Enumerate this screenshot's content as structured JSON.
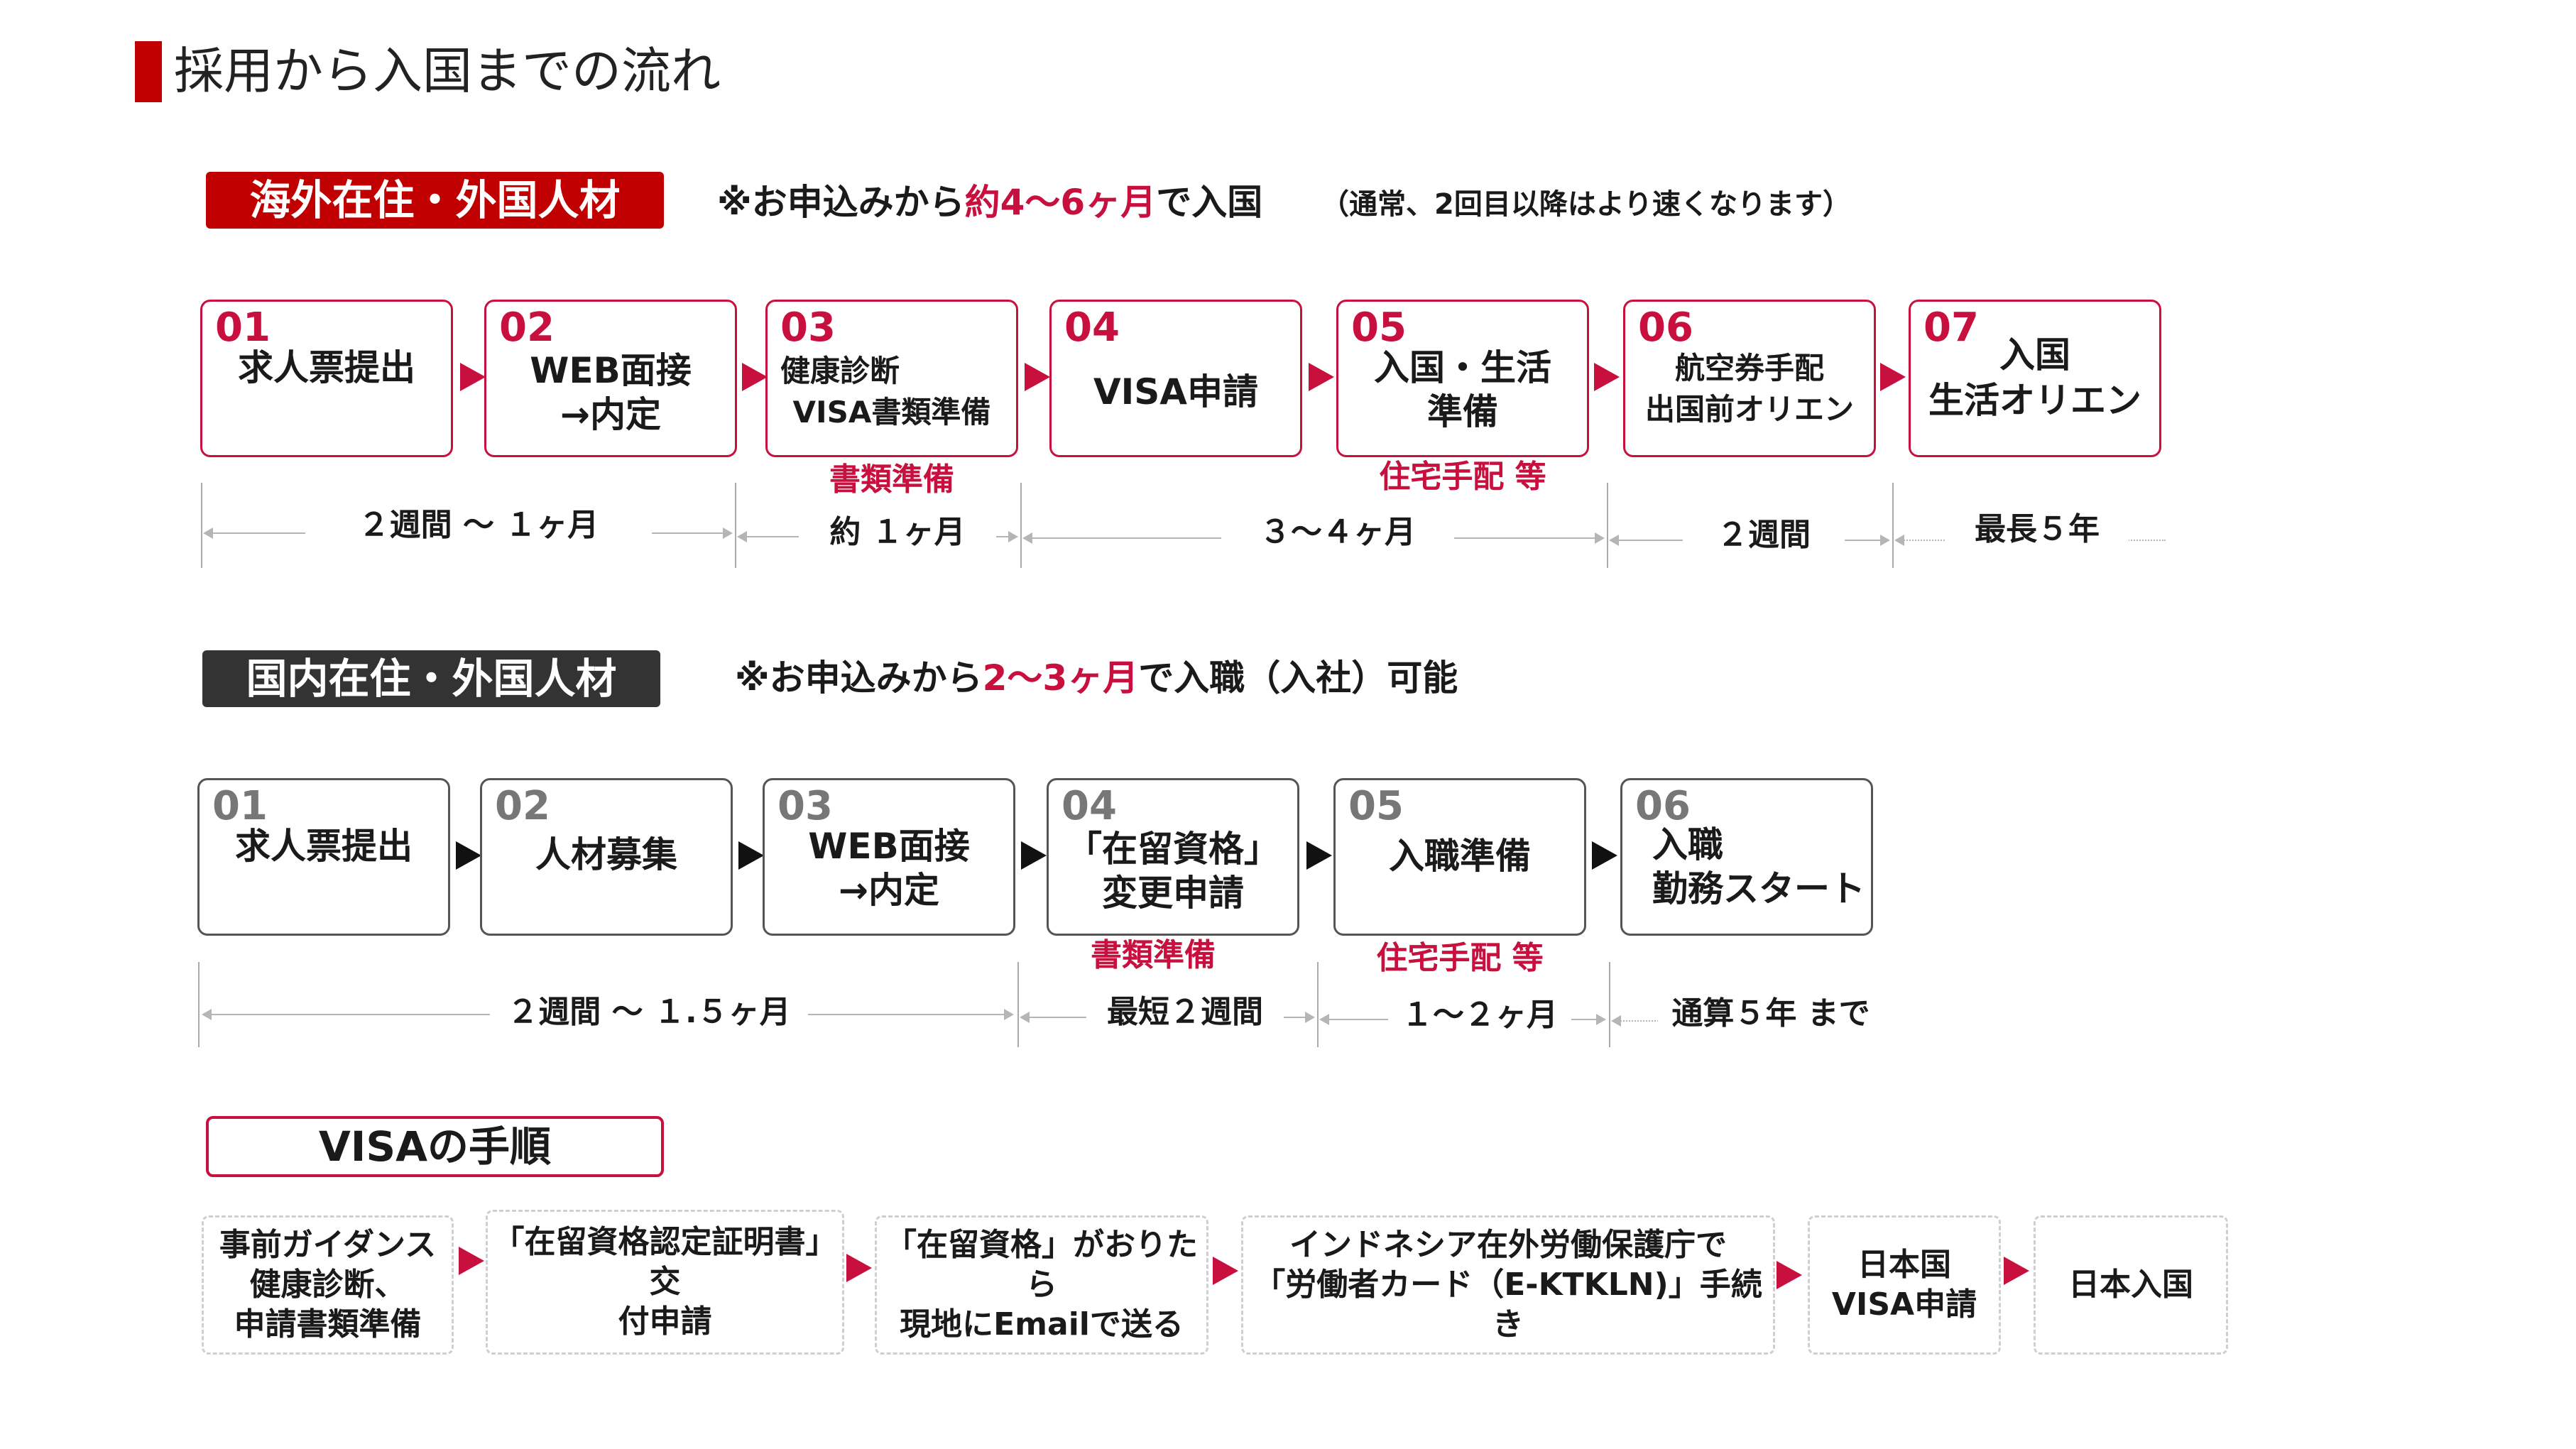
{
  "page": {
    "title": "採用から入国までの流れ"
  },
  "overseas": {
    "label": "海外在住・外国人材",
    "note_pre": "※お申込みから",
    "note_hl": "約4〜6ヶ月",
    "note_post": "で入国",
    "note2": "（通常、2回目以降はより速くなります）",
    "steps": [
      {
        "num": "01",
        "line1": "求人票提出",
        "line2": ""
      },
      {
        "num": "02",
        "line1": "WEB面接",
        "line2": "→内定"
      },
      {
        "num": "03",
        "line1": "健康診断",
        "line2": "VISA書類準備"
      },
      {
        "num": "04",
        "line1": "VISA申請",
        "line2": ""
      },
      {
        "num": "05",
        "line1": "入国・生活",
        "line2": "準備"
      },
      {
        "num": "06",
        "line1": "航空券手配",
        "line2": "出国前オリエン"
      },
      {
        "num": "07",
        "line1": "入国",
        "line2": "生活オリエン"
      }
    ],
    "sub_labels": {
      "s03": "書類準備",
      "s05": "住宅手配 等"
    },
    "durations": [
      "２週間 〜 １ヶ月",
      "約 １ヶ月",
      "３〜４ヶ月",
      "２週間",
      "最長５年"
    ]
  },
  "domestic": {
    "label": "国内在住・外国人材",
    "note_pre": "※お申込みから",
    "note_hl": "2〜3ヶ月",
    "note_post": "で入職（入社）可能",
    "steps": [
      {
        "num": "01",
        "line1": "求人票提出",
        "line2": ""
      },
      {
        "num": "02",
        "line1": "人材募集",
        "line2": ""
      },
      {
        "num": "03",
        "line1": "WEB面接",
        "line2": "→内定"
      },
      {
        "num": "04",
        "line1": "「在留資格」",
        "line2": "変更申請"
      },
      {
        "num": "05",
        "line1": "入職準備",
        "line2": ""
      },
      {
        "num": "06",
        "line1": "入職",
        "line2": "勤務スタート"
      }
    ],
    "sub_labels": {
      "s04": "書類準備",
      "s05": "住宅手配 等"
    },
    "durations": [
      "２週間 〜 １.５ヶ月",
      "最短２週間",
      "１〜２ヶ月",
      "通算５年 まで"
    ]
  },
  "visa": {
    "label": "VISAの手順",
    "steps": [
      "事前ガイダンス\n健康診断、\n申請書類準備",
      "「在留資格認定証明書」交\n付申請",
      "「在留資格」がおりたら\n現地にEmailで送る",
      "インドネシア在外労働保護庁で\n「労働者カード（E-KTKLN)」手続き",
      "日本国\nVISA申請",
      "日本入国"
    ]
  },
  "colors": {
    "accent": "#c8103e",
    "title_bar": "#c00000",
    "dark_label": "#333333"
  }
}
